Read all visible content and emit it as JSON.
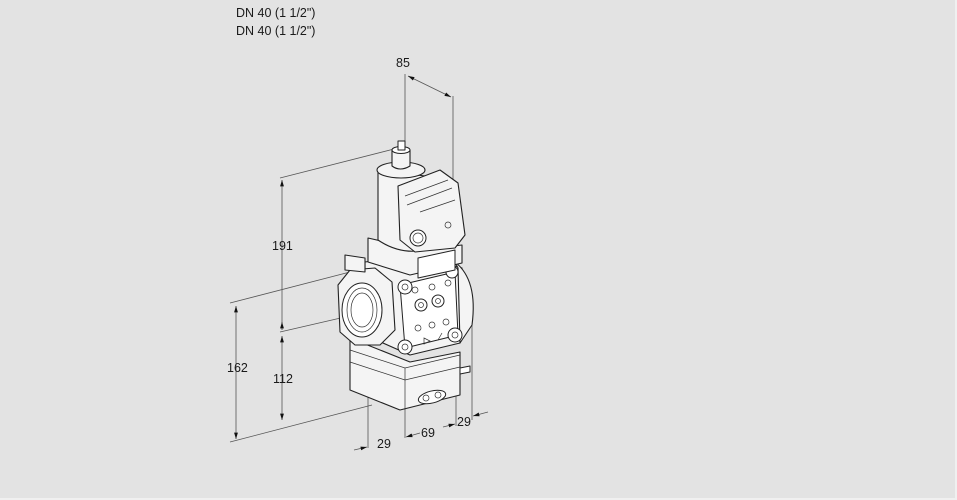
{
  "header": {
    "lines": [
      "DN 40 (1 1/2\")",
      "DN 40 (1 1/2\")"
    ]
  },
  "drawing": {
    "subject": "gas solenoid valve with pressure regulator, isometric dimension drawing",
    "dimensions": {
      "top_depth": "85",
      "overall_height_upper": "191",
      "overall_height_left": "162",
      "lower_height": "112",
      "bottom_left_offset": "29",
      "bottom_width": "69",
      "bottom_right_offset": "29"
    }
  },
  "colors": {
    "background": "#e3e3e3",
    "line": "#222222",
    "text": "#1a1a1a"
  }
}
